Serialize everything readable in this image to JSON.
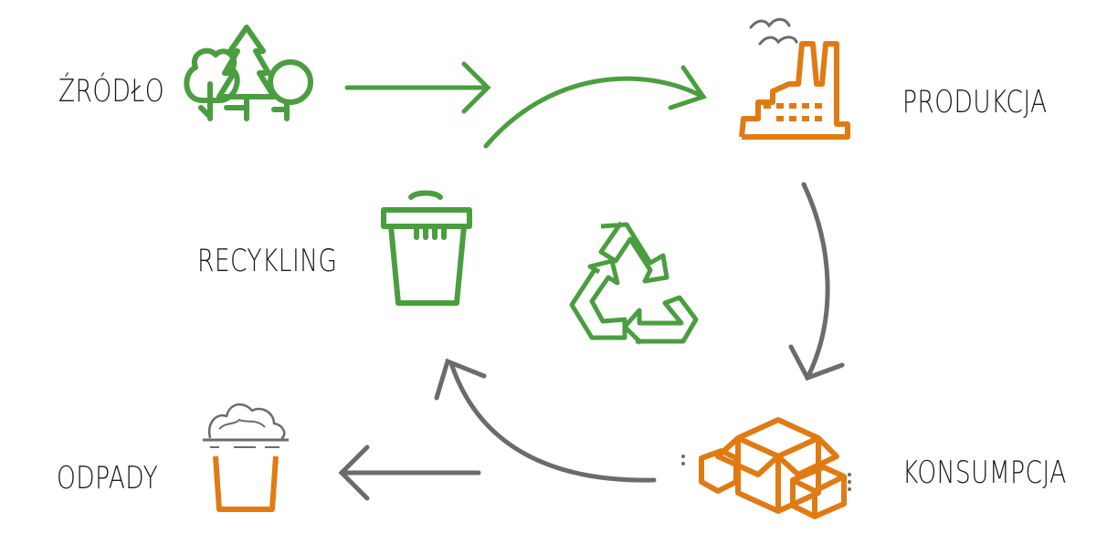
{
  "labels": {
    "source": "ŹRÓDŁO",
    "production": "PRODUKCJA",
    "recycling": "RECYKLING",
    "waste": "ODPADY",
    "consumption": "KONSUMPCJA"
  },
  "colors": {
    "green": "#4a9e3f",
    "orange": "#e07b14",
    "gray": "#6b6b6b"
  }
}
